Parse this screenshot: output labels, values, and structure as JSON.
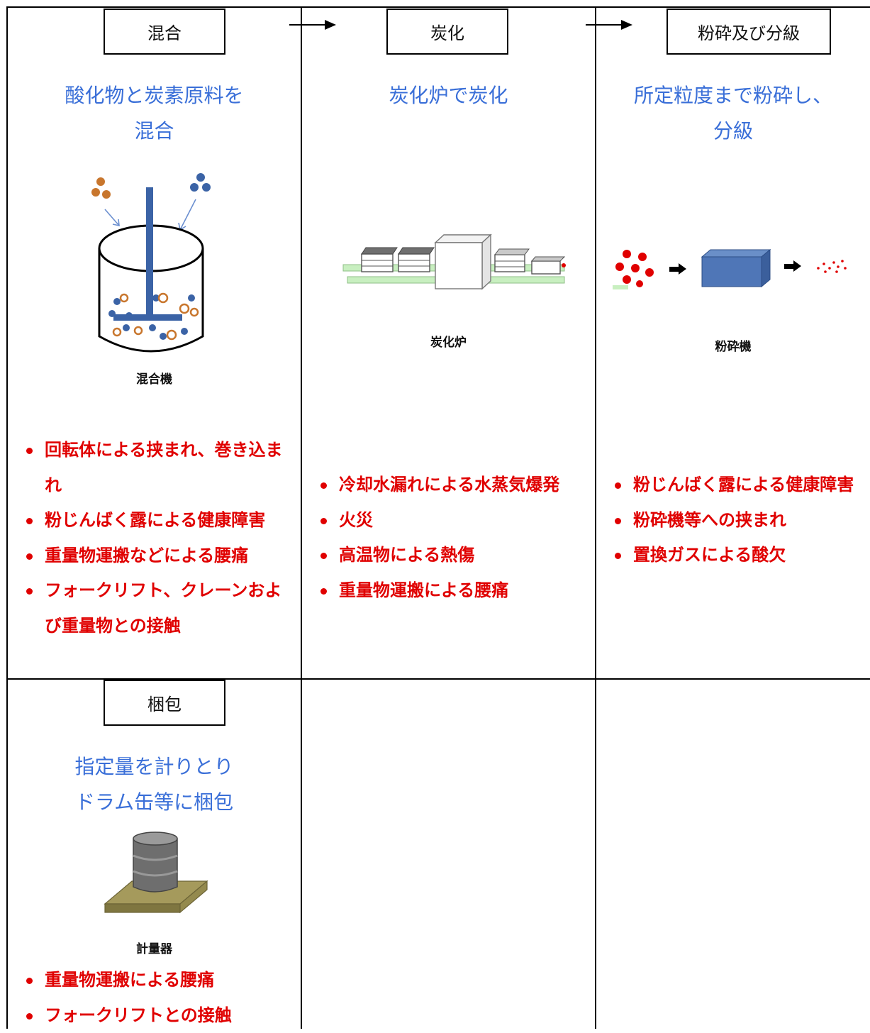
{
  "colors": {
    "description": "#3a6fd8",
    "hazard": "#e00000"
  },
  "steps": [
    {
      "label": "混合",
      "description_lines": [
        "酸化物と炭素原料を",
        "混合"
      ],
      "caption": "混合機",
      "hazards": [
        "回転体による挟まれ、巻き込まれ",
        "粉じんばく露による健康障害",
        "重量物運搬などによる腰痛",
        "フォークリフト、クレーンおよび重量物との接触"
      ]
    },
    {
      "label": "炭化",
      "description_lines": [
        "炭化炉で炭化"
      ],
      "caption": "炭化炉",
      "hazards": [
        "冷却水漏れによる水蒸気爆発",
        "火災",
        "高温物による熱傷",
        "重量物運搬による腰痛"
      ]
    },
    {
      "label": "粉砕及び分級",
      "description_lines": [
        "所定粒度まで粉砕し、",
        "分級"
      ],
      "caption": "粉砕機",
      "hazards": [
        "粉じんばく露による健康障害",
        "粉砕機等への挟まれ",
        "置換ガスによる酸欠"
      ]
    },
    {
      "label": "梱包",
      "description_lines": [
        "指定量を計りとり",
        "ドラム缶等に梱包"
      ],
      "caption": "計量器",
      "hazards": [
        "重量物運搬による腰痛",
        "フォークリフトとの接触"
      ]
    }
  ]
}
